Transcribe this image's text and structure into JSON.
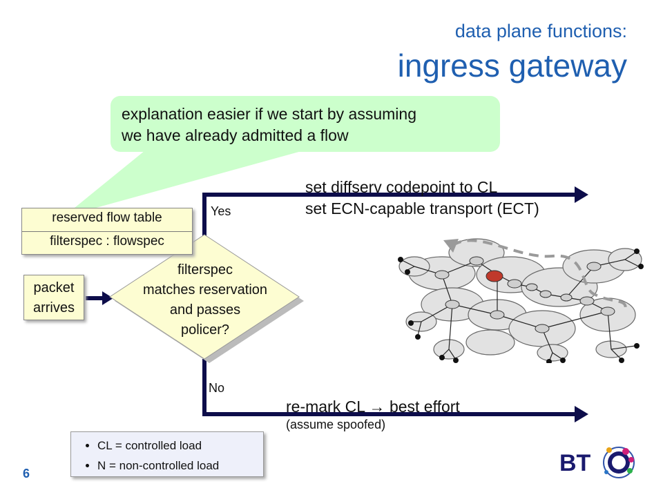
{
  "header": {
    "subtitle": "data plane functions:",
    "title": "ingress gateway"
  },
  "callout": {
    "text_line1": "explanation easier if we start by assuming",
    "text_line2": "we have already admitted a flow"
  },
  "reserved_table": {
    "header": "reserved flow table",
    "body": "filterspec : flowspec"
  },
  "packet": {
    "line1": "packet",
    "line2": "arrives"
  },
  "decision": {
    "line1": "filterspec",
    "line2": "matches reservation",
    "line3": "and passes",
    "line4": "policer?"
  },
  "branches": {
    "yes_label": "Yes",
    "no_label": "No",
    "yes_action_line1": "set diffserv codepoint to CL",
    "yes_action_line2": "set ECN-capable transport (ECT)",
    "no_action": "re-mark CL → best effort",
    "no_note": "(assume spoofed)"
  },
  "legend": {
    "item1": "CL = controlled load",
    "item2": "N = non-controlled load"
  },
  "footer": {
    "page_number": "6",
    "logo_text": "BT"
  },
  "colors": {
    "title_blue": "#1f5fb0",
    "arrow_navy": "#0d0d4a",
    "callout_green": "#ccffcc",
    "box_yellow": "#fdfdd2"
  }
}
